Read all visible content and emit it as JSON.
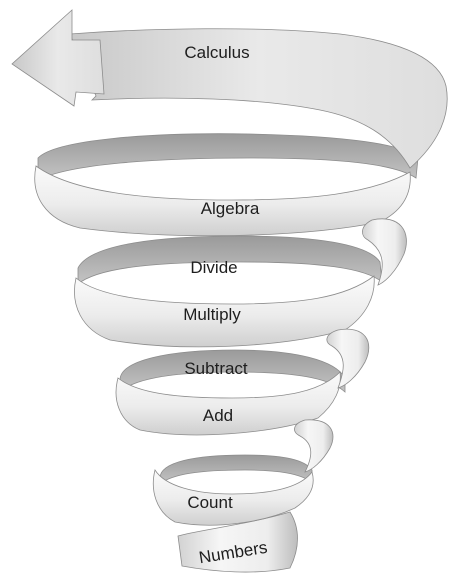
{
  "spiral": {
    "labels": {
      "calculus": "Calculus",
      "algebra": "Algebra",
      "divide": "Divide",
      "multiply": "Multiply",
      "subtract": "Subtract",
      "add": "Add",
      "count": "Count",
      "numbers": "Numbers"
    },
    "colors": {
      "ribbon_front_light": "#f4f4f4",
      "ribbon_front_mid": "#dcdcdc",
      "ribbon_back": "#a6a6a6",
      "edge": "#8c8c8c",
      "text": "#1e1e1e"
    }
  }
}
